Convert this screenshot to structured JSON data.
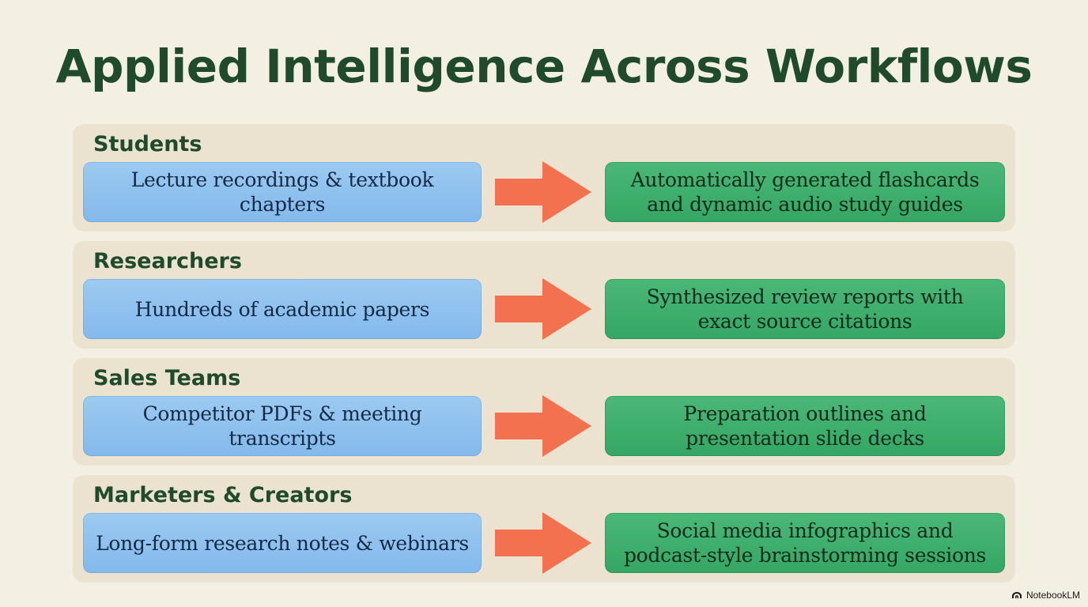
{
  "title": "Applied Intelligence Across Workflows",
  "workflows": [
    {
      "audience": "Students",
      "input": "Lecture recordings & textbook chapters",
      "output": "Automatically generated flashcards and dynamic audio study guides"
    },
    {
      "audience": "Researchers",
      "input": "Hundreds of academic papers",
      "output": "Synthesized review reports with exact source citations"
    },
    {
      "audience": "Sales Teams",
      "input": "Competitor PDFs & meeting transcripts",
      "output": "Preparation outlines and presentation slide decks"
    },
    {
      "audience": "Marketers & Creators",
      "input": "Long-form research notes & webinars",
      "output": "Social media infographics and podcast-style brainstorming sessions"
    }
  ],
  "brand": {
    "name": "NotebookLM",
    "icon": "notebooklm-logo-icon"
  },
  "colors": {
    "background": "#f3efe2",
    "row_panel": "#ebe3cf",
    "title_text": "#1f4a2c",
    "input_box": "#8fc1ee",
    "output_box": "#3fb06d",
    "arrow": "#f2724f"
  }
}
